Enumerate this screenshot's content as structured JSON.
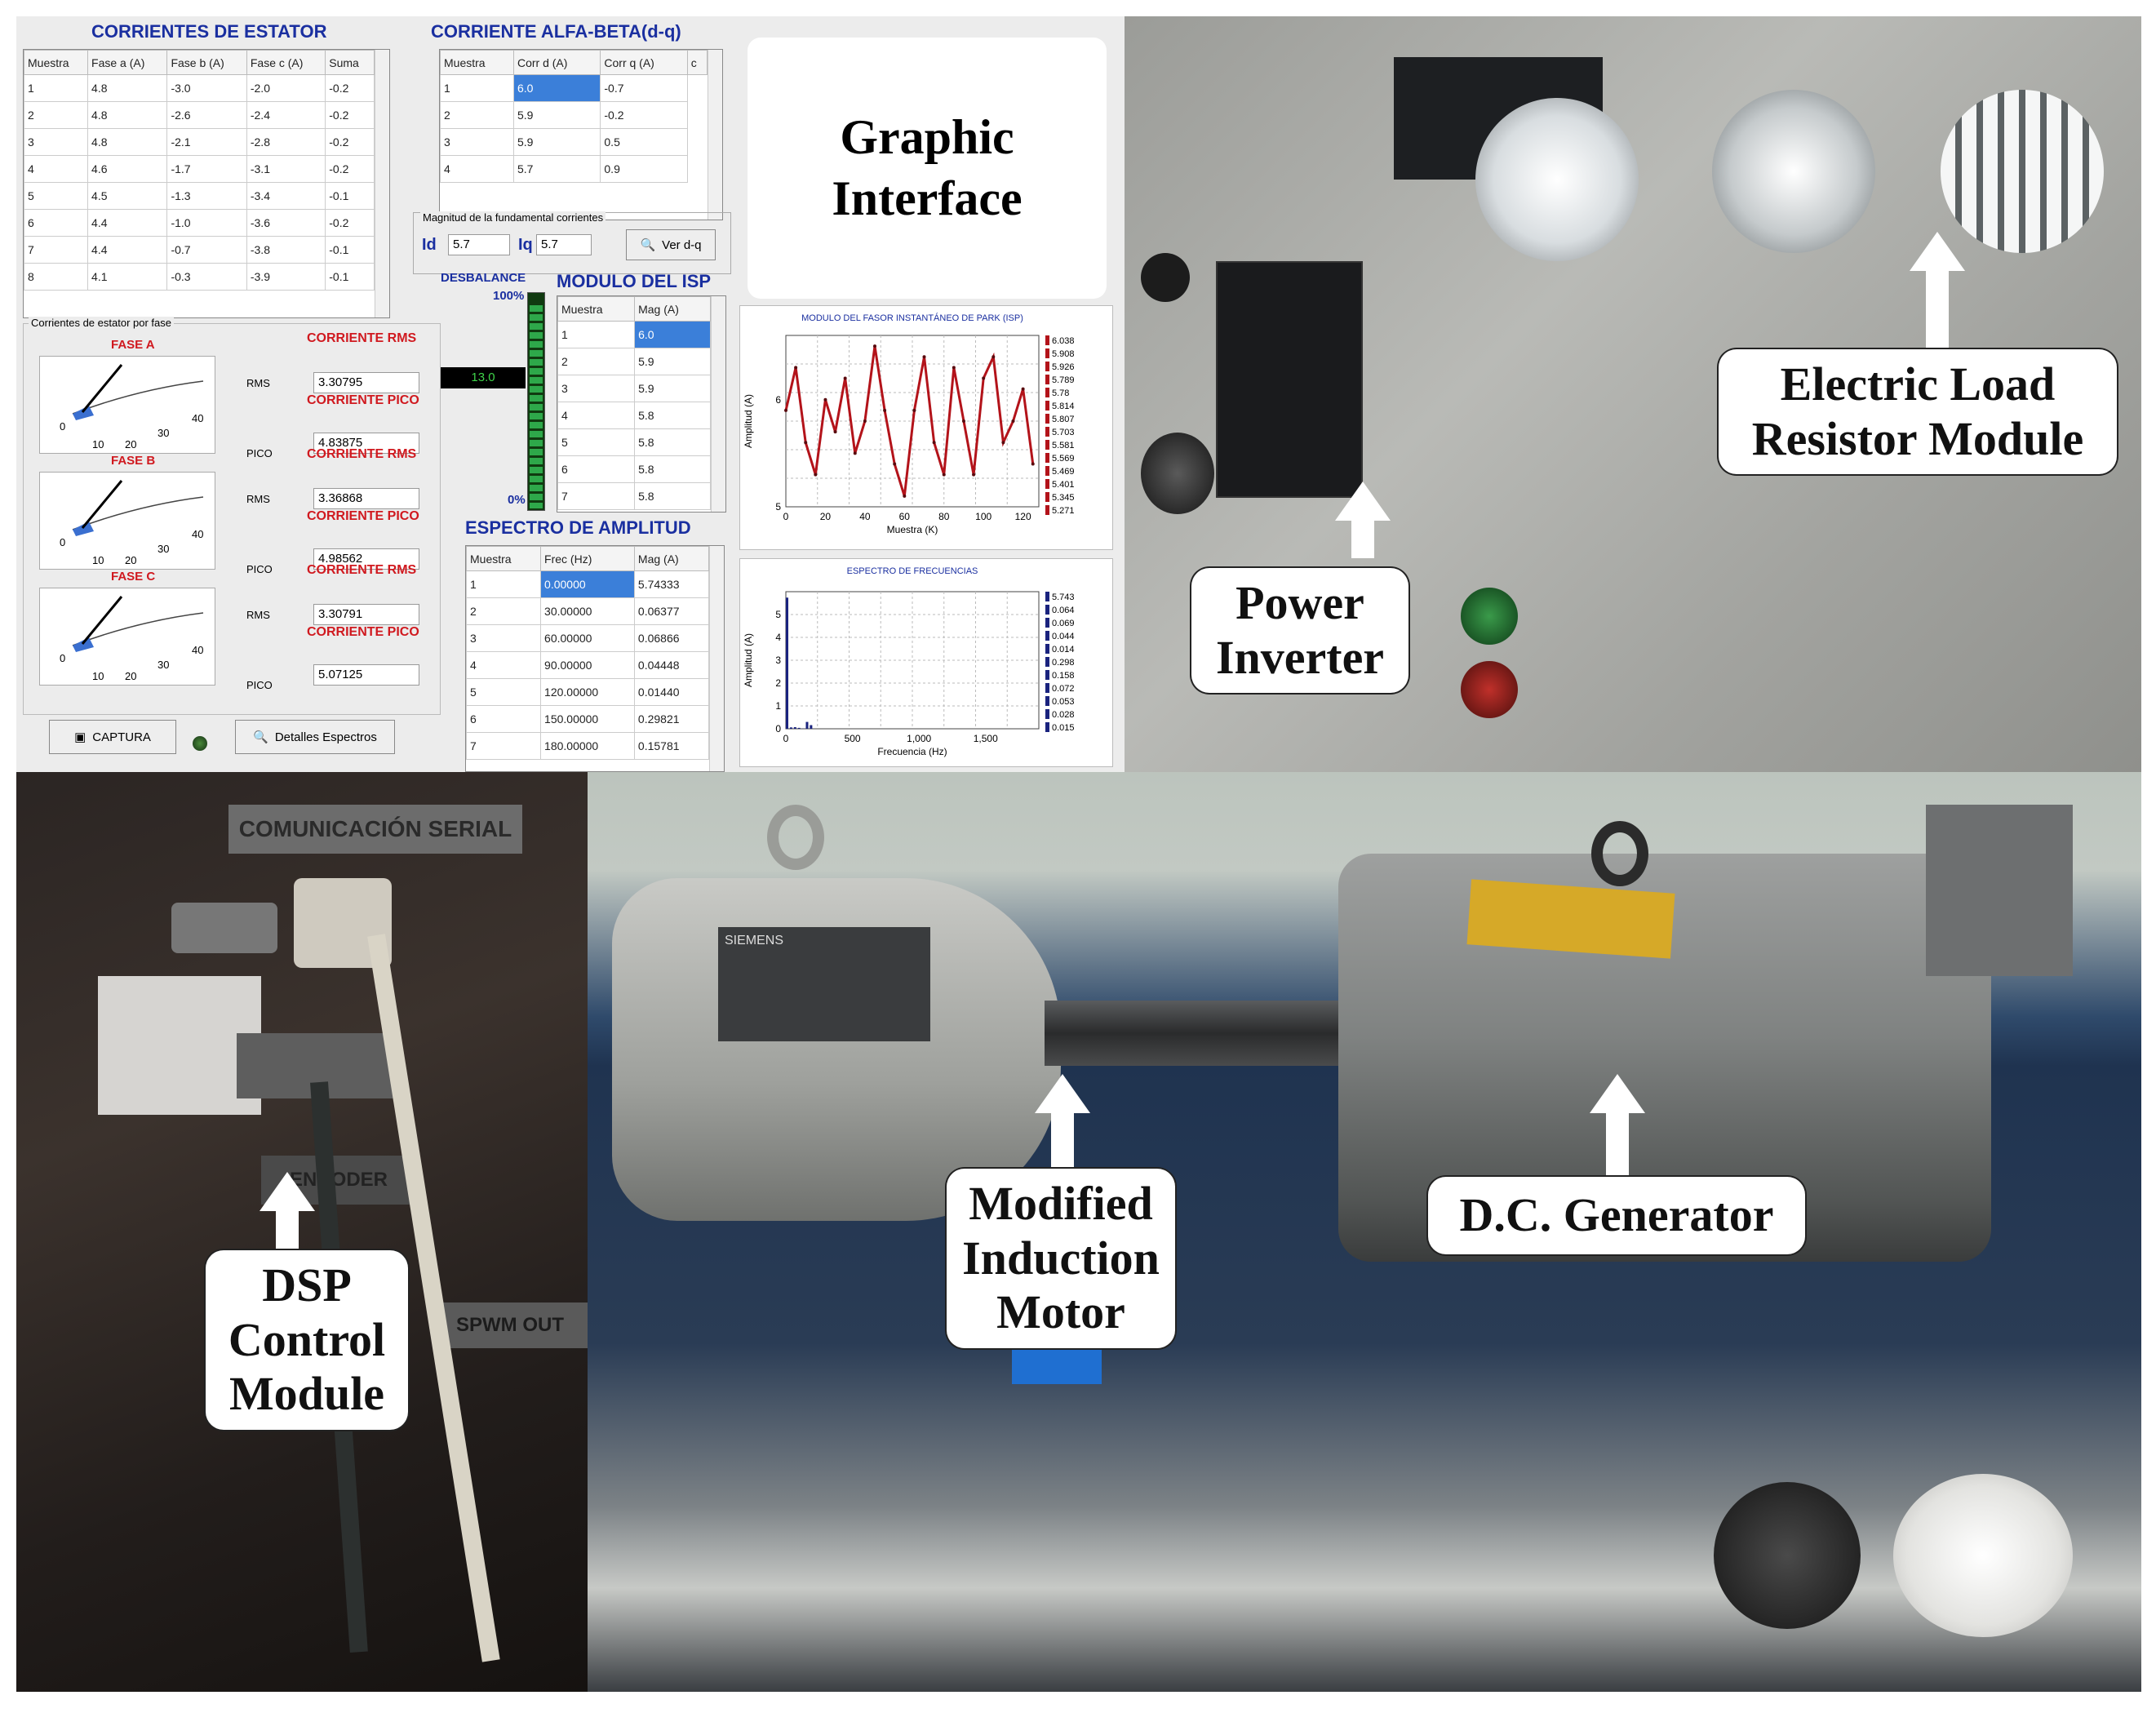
{
  "gui": {
    "stator_title": "CORRIENTES DE ESTATOR",
    "stator_headers": [
      "Muestra",
      "Fase a (A)",
      "Fase b (A)",
      "Fase c (A)",
      "Suma"
    ],
    "stator_rows": [
      [
        "1",
        "4.8",
        "-3.0",
        "-2.0",
        "-0.2"
      ],
      [
        "2",
        "4.8",
        "-2.6",
        "-2.4",
        "-0.2"
      ],
      [
        "3",
        "4.8",
        "-2.1",
        "-2.8",
        "-0.2"
      ],
      [
        "4",
        "4.6",
        "-1.7",
        "-3.1",
        "-0.2"
      ],
      [
        "5",
        "4.5",
        "-1.3",
        "-3.4",
        "-0.1"
      ],
      [
        "6",
        "4.4",
        "-1.0",
        "-3.6",
        "-0.2"
      ],
      [
        "7",
        "4.4",
        "-0.7",
        "-3.8",
        "-0.1"
      ],
      [
        "8",
        "4.1",
        "-0.3",
        "-3.9",
        "-0.1"
      ]
    ],
    "alfa_title": "CORRIENTE ALFA-BETA(d-q)",
    "alfa_headers": [
      "Muestra",
      "Corr d (A)",
      "Corr q (A)",
      "c"
    ],
    "alfa_rows": [
      [
        "1",
        "6.0",
        "-0.7"
      ],
      [
        "2",
        "5.9",
        "-0.2"
      ],
      [
        "3",
        "5.9",
        "0.5"
      ],
      [
        "4",
        "5.7",
        "0.9"
      ]
    ],
    "magnitud_label": "Magnitud de la fundamental corrientes",
    "id_label": "Id",
    "id_value": "5.7",
    "iq_label": "Iq",
    "iq_value": "5.7",
    "ver_dq": "Ver d-q",
    "graphic_interface": "Graphic Interface",
    "per_phase_label": "Corrientes de estator por fase",
    "phases": [
      {
        "name": "FASE A",
        "rms_title": "CORRIENTE RMS",
        "rms": "3.30795",
        "pico_title": "CORRIENTE PICO",
        "pico": "4.83875"
      },
      {
        "name": "FASE B",
        "rms_title": "CORRIENTE RMS",
        "rms": "3.36868",
        "pico_title": "CORRIENTE PICO",
        "pico": "4.98562"
      },
      {
        "name": "FASE C",
        "rms_title": "CORRIENTE RMS",
        "rms": "3.30791",
        "pico_title": "CORRIENTE PICO",
        "pico": "5.07125"
      }
    ],
    "rms_tag": "RMS",
    "pico_tag": "PICO",
    "gauge_ticks": [
      "0",
      "10",
      "20",
      "30",
      "40"
    ],
    "desbalance_title": "DESBALANCE",
    "desbalance_top": "100%",
    "desbalance_bottom": "0%",
    "desbalance_value": "13.0",
    "isp_title": "MODULO DEL ISP",
    "isp_headers": [
      "Muestra",
      "Mag (A)"
    ],
    "isp_rows": [
      [
        "1",
        "6.0"
      ],
      [
        "2",
        "5.9"
      ],
      [
        "3",
        "5.9"
      ],
      [
        "4",
        "5.8"
      ],
      [
        "5",
        "5.8"
      ],
      [
        "6",
        "5.8"
      ],
      [
        "7",
        "5.8"
      ]
    ],
    "espectro_title": "ESPECTRO DE AMPLITUD",
    "espectro_headers": [
      "Muestra",
      "Frec (Hz)",
      "Mag (A)"
    ],
    "espectro_rows": [
      [
        "1",
        "0.00000",
        "5.74333"
      ],
      [
        "2",
        "30.00000",
        "0.06377"
      ],
      [
        "3",
        "60.00000",
        "0.06866"
      ],
      [
        "4",
        "90.00000",
        "0.04448"
      ],
      [
        "5",
        "120.00000",
        "0.01440"
      ],
      [
        "6",
        "150.00000",
        "0.29821"
      ],
      [
        "7",
        "180.00000",
        "0.15781"
      ]
    ],
    "captura": "CAPTURA",
    "detalles": "Detalles Espectros"
  },
  "chart_data": [
    {
      "type": "line",
      "title": "MODULO DEL FASOR INSTANTÁNEO DE PARK (ISP)",
      "xlabel": "Muestra (K)",
      "ylabel": "Amplitud (A)",
      "xlim": [
        0,
        128
      ],
      "ylim": [
        5,
        6.6
      ],
      "xticks": [
        "0",
        "20",
        "40",
        "60",
        "80",
        "100",
        "120"
      ],
      "yticks": [
        "5",
        "6"
      ],
      "grid": true,
      "x": [
        0,
        5,
        10,
        15,
        20,
        25,
        30,
        35,
        40,
        45,
        50,
        55,
        60,
        65,
        70,
        75,
        80,
        85,
        90,
        95,
        100,
        105,
        110,
        115,
        120,
        125
      ],
      "y": [
        5.9,
        6.3,
        5.6,
        5.3,
        6.0,
        5.7,
        6.2,
        5.5,
        5.8,
        6.5,
        5.9,
        5.4,
        5.1,
        5.9,
        6.4,
        5.6,
        5.3,
        6.3,
        5.8,
        5.3,
        6.2,
        6.4,
        5.6,
        5.8,
        6.1,
        5.4
      ],
      "legend": [
        "6.038",
        "5.908",
        "5.926",
        "5.789",
        "5.78",
        "5.814",
        "5.807",
        "5.703",
        "5.581",
        "5.569",
        "5.469",
        "5.401",
        "5.345",
        "5.271"
      ]
    },
    {
      "type": "bar",
      "title": "ESPECTRO DE FRECUENCIAS",
      "xlabel": "Frecuencia (Hz)",
      "ylabel": "Amplitud (A)",
      "xlim": [
        0,
        1900
      ],
      "ylim": [
        0,
        6
      ],
      "xticks": [
        "0",
        "500",
        "1,000",
        "1,500"
      ],
      "yticks": [
        "0",
        "1",
        "2",
        "3",
        "4",
        "5"
      ],
      "grid": true,
      "x": [
        0,
        30,
        60,
        90,
        120,
        150,
        180
      ],
      "y": [
        5.74,
        0.06,
        0.07,
        0.04,
        0.01,
        0.3,
        0.16
      ],
      "legend": [
        "5.743",
        "0.064",
        "0.069",
        "0.044",
        "0.014",
        "0.298",
        "0.158",
        "0.072",
        "0.053",
        "0.028",
        "0.015"
      ]
    }
  ],
  "callouts": {
    "power_inverter": "Power Inverter",
    "electric_load": "Electric Load Resistor Module",
    "dsp": "DSP Control Module",
    "motor": "Modified Induction Motor",
    "generator": "D.C. Generator"
  },
  "photo_text": {
    "serial_label": "COMUNICACIÓN SERIAL",
    "encoder_label": "ENCODER",
    "spwm_label": "SPWM OUT",
    "motor_brand": "SIEMENS"
  },
  "colors": {
    "gui_title_blue": "#1a2fa0",
    "rms_red": "#d0191f",
    "selection_blue": "#3b7fd9",
    "trace_red": "#b3131a",
    "bar_navy": "#1a237e"
  }
}
